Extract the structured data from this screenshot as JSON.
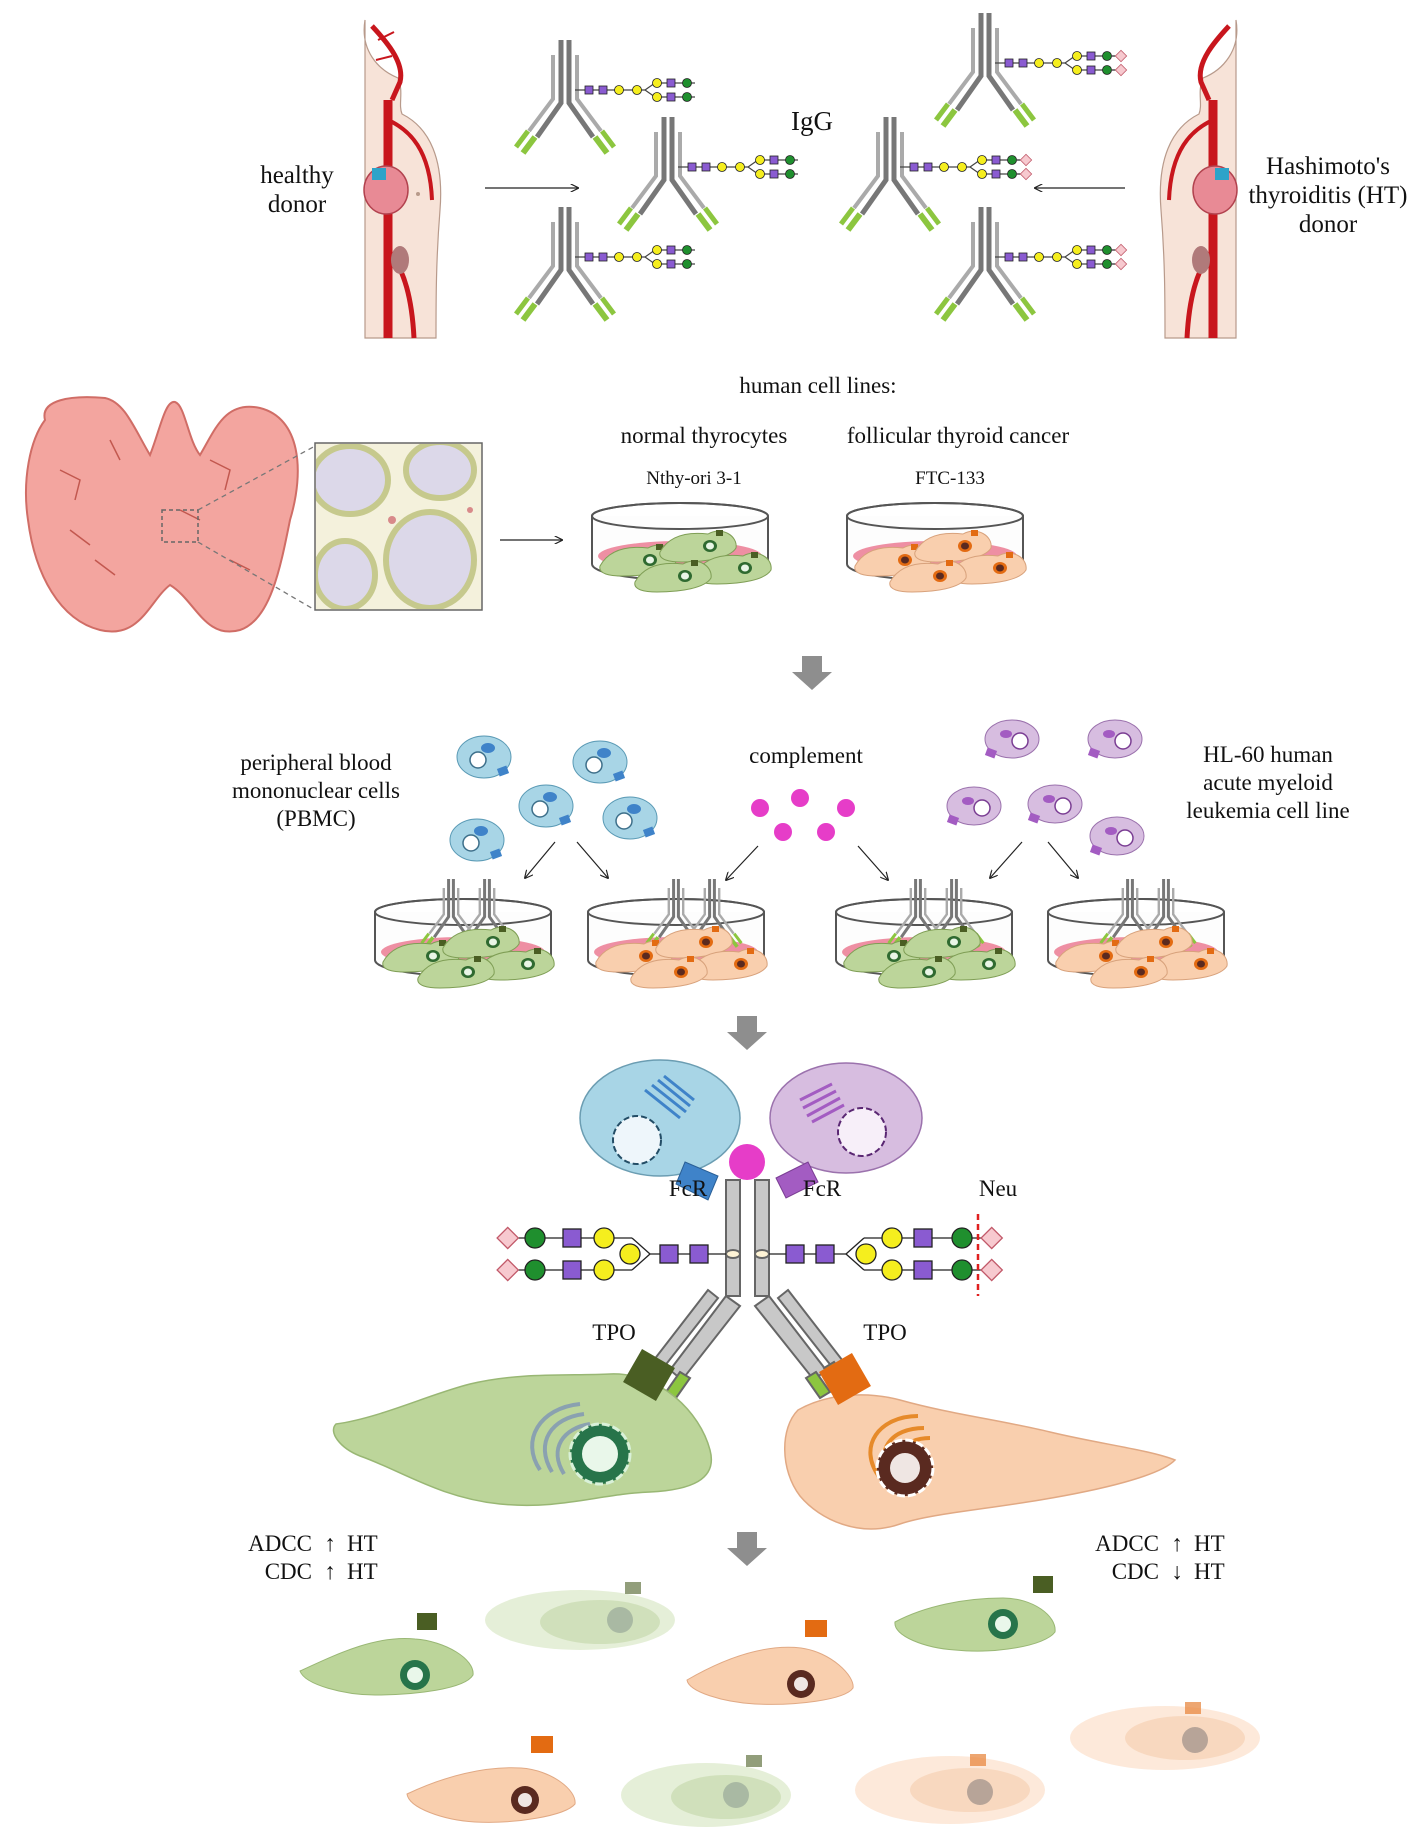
{
  "top": {
    "healthy_donor": [
      "healthy",
      "donor"
    ],
    "ht_donor": [
      "Hashimoto's",
      "thyroiditis (HT)",
      "donor"
    ],
    "igg": "IgG"
  },
  "cell_lines": {
    "heading": "human cell lines:",
    "normal": {
      "title": "normal thyrocytes",
      "code": "Nthy-ori 3-1"
    },
    "cancer": {
      "title": "follicular thyroid cancer",
      "code": "FTC-133"
    }
  },
  "effectors": {
    "pbmc": [
      "peripheral blood",
      "mononuclear cells",
      "(PBMC)"
    ],
    "complement": "complement",
    "hl60": [
      "HL-60 human",
      "acute myeloid",
      "leukemia cell line"
    ]
  },
  "mechanism": {
    "fcr_left": "FcR",
    "fcr_right": "FcR",
    "neu": "Neu",
    "tpo_left": "TPO",
    "tpo_right": "TPO"
  },
  "results": {
    "left": [
      {
        "assay": "ADCC",
        "direction": "up",
        "arrow": "↑",
        "group": "HT"
      },
      {
        "assay": "CDC",
        "direction": "up",
        "arrow": "↑",
        "group": "HT"
      }
    ],
    "right": [
      {
        "assay": "ADCC",
        "direction": "up",
        "arrow": "↑",
        "group": "HT"
      },
      {
        "assay": "CDC",
        "direction": "down",
        "arrow": "↓",
        "group": "HT"
      }
    ]
  },
  "colors": {
    "blood_vessel": "#c8161d",
    "dish_medium": "#ee8fa3",
    "thyroid": "#f3a59f",
    "normal_cell": "#bcd59a",
    "normal_tpo": "#4a5e23",
    "cancer_cell": "#f9cfae",
    "cancer_tpo": "#e36b12",
    "pbmc": "#a8d5e6",
    "fcr_blue": "#3f83c9",
    "hl60": "#d7bde0",
    "fcr_purple": "#a35cc2",
    "complement": "#e63dc8",
    "glcnac": "#8a5bd1",
    "mannose": "#f5ee1e",
    "galactose": "#1f8f2e",
    "neu_sialic": "#f7c9cf",
    "neu_cut": "#e01f1f",
    "big_arrow": "#8e8e8e"
  }
}
